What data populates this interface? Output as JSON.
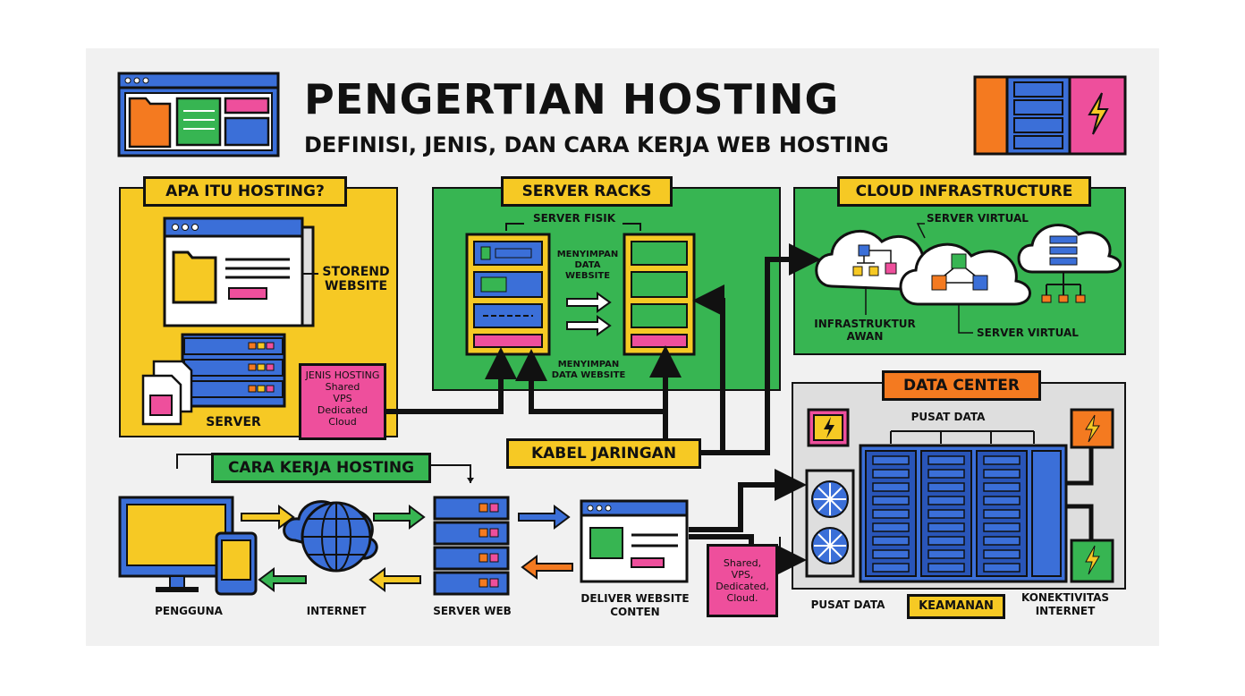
{
  "header": {
    "title": "PENGERTIAN HOSTING",
    "subtitle": "DEFINISI, JENIS, DAN CARA KERJA WEB HOSTING"
  },
  "apa_itu": {
    "heading": "APA ITU HOSTING?",
    "store_label": "STOREND\nWEBSITE",
    "server_label": "SERVER",
    "jenis_hosting": "JENIS HOSTING\nShared\nVPS\nDedicated\nCloud"
  },
  "server_racks": {
    "heading": "SERVER RACKS",
    "server_fisik": "SERVER FISIK",
    "menyimpan_top": "MENYIMPAN\nDATA\nWEBSITE",
    "menyimpan_bottom": "MENYIMPAN\nDATA WEBSITE"
  },
  "cloud": {
    "heading": "CLOUD INFRASTRUCTURE",
    "server_virtual_top": "SERVER VIRTUAL",
    "infrastruktur": "INFRASTRUKTUR\nAWAN",
    "server_virtual_bottom": "SERVER VIRTUAL"
  },
  "kabel": "KABEL JARINGAN",
  "data_center": {
    "heading": "DATA CENTER",
    "pusat_top": "PUSAT DATA",
    "pusat_bottom": "PUSAT DATA",
    "keamanan": "KEAMANAN",
    "konektivitas": "KONEKTIVITAS\nINTERNET"
  },
  "cara_kerja": {
    "heading": "CARA KERJA HOSTING",
    "pengguna": "PENGGUNA",
    "internet": "INTERNET",
    "server_web": "SERVER WEB",
    "deliver": "DELIVER WEBSITE\nCONTEN",
    "types": "Shared,\nVPS,\nDedicated,\nCloud."
  },
  "icons": [
    "browser-window-icon",
    "server-rack-icon",
    "lightning-icon",
    "folder-icon",
    "cloud-icon",
    "globe-icon",
    "monitor-icon",
    "phone-icon",
    "fan-icon",
    "document-icon",
    "cube-icon"
  ],
  "colors": {
    "yellow": "#f6c924",
    "green": "#37b552",
    "blue": "#3b6fd8",
    "pink": "#ee4f9c",
    "orange": "#f47a20",
    "gray": "#dedede",
    "black": "#111111"
  }
}
